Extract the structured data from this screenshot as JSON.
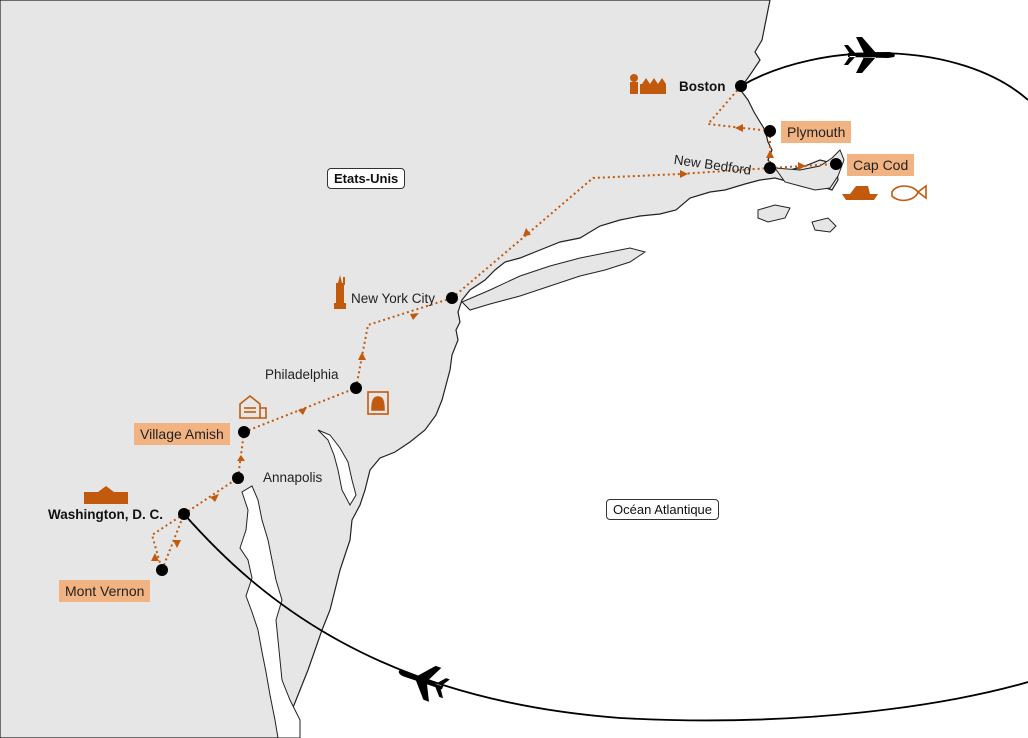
{
  "map": {
    "regions": {
      "country": "Etats-Unis",
      "ocean": "Océan Atlantique"
    },
    "cities": {
      "boston": "Boston",
      "washington": "Washington, D. C.",
      "philadelphia": "Philadelphia",
      "new_york": "New York City",
      "annapolis": "Annapolis",
      "new_bedford": "New Bedford"
    },
    "highlighted_stops": {
      "plymouth": "Plymouth",
      "cap_cod": "Cap Cod",
      "village_amish": "Village Amish",
      "mont_vernon": "Mont Vernon"
    },
    "icons": [
      "airplane-icon",
      "airplane-icon",
      "statue-of-liberty-icon",
      "liberty-bell-icon",
      "amish-barn-icon",
      "white-house-icon",
      "boston-tea-party-icon",
      "yacht-icon",
      "whale-icon"
    ],
    "colors": {
      "land": "#e6e6e6",
      "water": "#ffffff",
      "route": "#c25a0e",
      "highlight": "#f2b383",
      "flight": "#000000"
    }
  }
}
